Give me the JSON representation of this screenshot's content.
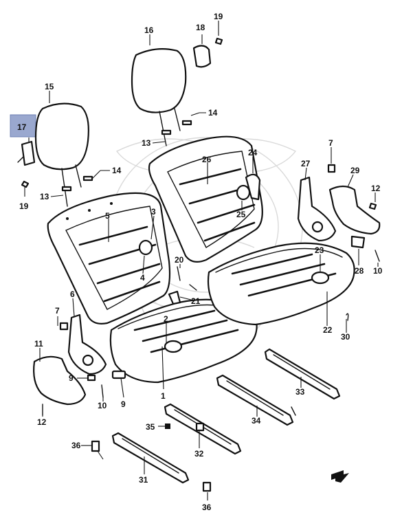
{
  "highlight": {
    "label": "17",
    "color": "#9aa8cf"
  },
  "callouts": [
    {
      "id": "c19a",
      "text": "19"
    },
    {
      "id": "c18",
      "text": "18"
    },
    {
      "id": "c16",
      "text": "16"
    },
    {
      "id": "c15",
      "text": "15"
    },
    {
      "id": "c14a",
      "text": "14"
    },
    {
      "id": "c13a",
      "text": "13"
    },
    {
      "id": "c14b",
      "text": "14"
    },
    {
      "id": "c13b",
      "text": "13"
    },
    {
      "id": "c19b",
      "text": "19"
    },
    {
      "id": "c26",
      "text": "26"
    },
    {
      "id": "c24",
      "text": "24"
    },
    {
      "id": "c7a",
      "text": "7"
    },
    {
      "id": "c27",
      "text": "27"
    },
    {
      "id": "c29",
      "text": "29"
    },
    {
      "id": "c12a",
      "text": "12"
    },
    {
      "id": "c5",
      "text": "5"
    },
    {
      "id": "c3",
      "text": "3"
    },
    {
      "id": "c25",
      "text": "25"
    },
    {
      "id": "c4",
      "text": "4"
    },
    {
      "id": "c20",
      "text": "20"
    },
    {
      "id": "c23",
      "text": "23"
    },
    {
      "id": "c28",
      "text": "28"
    },
    {
      "id": "c10a",
      "text": "10"
    },
    {
      "id": "c21",
      "text": "21"
    },
    {
      "id": "c6",
      "text": "6"
    },
    {
      "id": "c7b",
      "text": "7"
    },
    {
      "id": "c2",
      "text": "2"
    },
    {
      "id": "c22",
      "text": "22"
    },
    {
      "id": "c30",
      "text": "30"
    },
    {
      "id": "c11",
      "text": "11"
    },
    {
      "id": "c9a",
      "text": "9"
    },
    {
      "id": "c10b",
      "text": "10"
    },
    {
      "id": "c9b",
      "text": "9"
    },
    {
      "id": "c1",
      "text": "1"
    },
    {
      "id": "c33",
      "text": "33"
    },
    {
      "id": "c12b",
      "text": "12"
    },
    {
      "id": "c34",
      "text": "34"
    },
    {
      "id": "c35",
      "text": "35"
    },
    {
      "id": "c36a",
      "text": "36"
    },
    {
      "id": "c32",
      "text": "32"
    },
    {
      "id": "c31",
      "text": "31"
    },
    {
      "id": "c36b",
      "text": "36"
    }
  ]
}
